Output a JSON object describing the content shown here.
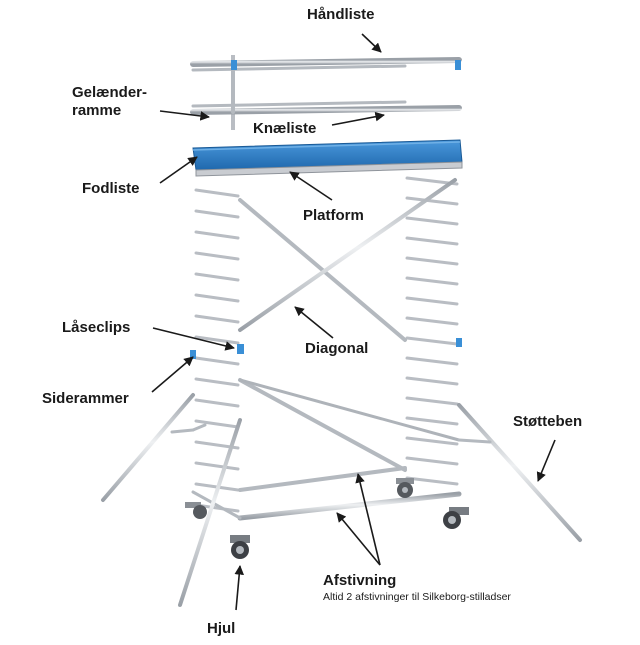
{
  "labels": {
    "handliste": "Håndliste",
    "gelaender_line1": "Gelænder-",
    "gelaender_line2": "ramme",
    "knaeliste": "Knæliste",
    "fodliste": "Fodliste",
    "platform": "Platform",
    "laaseclips": "Låseclips",
    "diagonal": "Diagonal",
    "siderammer": "Siderammer",
    "stotteben": "Støtteben",
    "afstivning": "Afstivning",
    "afstivning_note": "Altid 2 afstivninger til Silkeborg-stilladser",
    "hjul": "Hjul"
  },
  "colors": {
    "tube": "#c9ccd1",
    "tube_dark": "#8f949b",
    "platform_blue": "#2f7fc8",
    "clip_blue": "#3a8fd6",
    "arrow": "#1a1a1a"
  }
}
